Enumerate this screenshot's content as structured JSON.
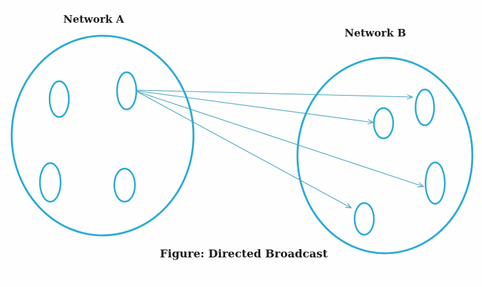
{
  "diagram": {
    "network_a": {
      "label": "Network A",
      "host_count": 4
    },
    "network_b": {
      "label": "Network B",
      "host_count": 4
    },
    "caption": "Figure: Directed Broadcast",
    "broadcast": {
      "source": "network-a-host-top-right",
      "arrow_count": 4,
      "targets": "all-hosts-in-network-b"
    },
    "colors": {
      "outline": "#2baad3",
      "arrow": "#4fa7bd",
      "text": "#1f1f1f",
      "background": "#fefefe"
    }
  }
}
